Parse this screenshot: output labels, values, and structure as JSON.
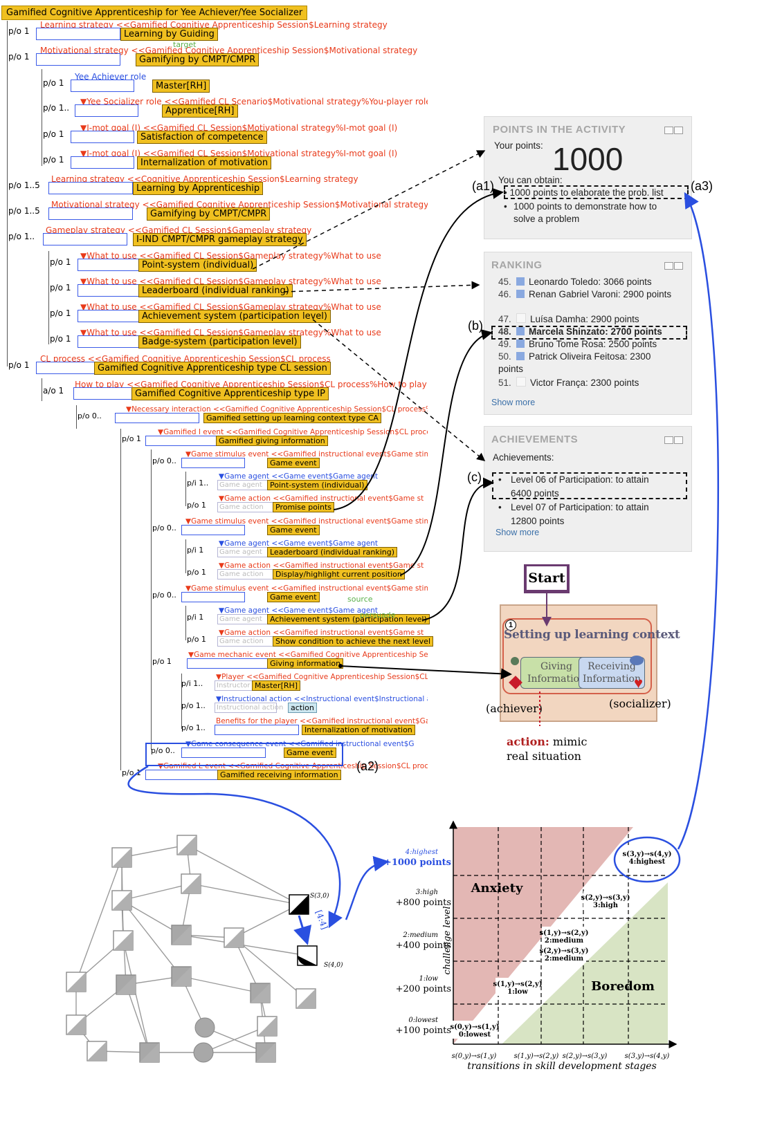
{
  "tree": {
    "title": "Gamified Cognitive Apprenticeship for Yee Achiever/Yee Socializer",
    "rows": [
      {
        "mult": "p/o 1",
        "ref": "Learning strategy <<Gamified Cognitive Apprenticeship Session$Learning strategy",
        "box": "Learning by Guiding"
      },
      {
        "mult": "p/o 1",
        "ref": "Motivational strategy <<Gamified Cognitive Apprenticeship Session$Motivational strategy",
        "box": "Gamifying by CMPT/CMPR"
      },
      {
        "mult": "p/o 1",
        "ref": "Yee Achiever role",
        "box": "Master[RH]"
      },
      {
        "mult": "p/o 1..",
        "ref": "▼Yee Socializer role <<Gamified CL Scenario$Motivational strategy%You-player role",
        "box": "Apprentice[RH]"
      },
      {
        "mult": "p/o 1",
        "ref": "▼I-mot goal (I) <<Gamified CL Session$Motivational strategy%I-mot goal (I)",
        "box": "Satisfaction of competence"
      },
      {
        "mult": "p/o 1",
        "ref": "▼I-mot goal (I) <<Gamified CL Session$Motivational strategy%I-mot goal (I)",
        "box": "Internalization of motivation"
      },
      {
        "mult": "p/o 1..5",
        "ref": "Learning strategy <<Cognitive Apprenticeship Session$Learning strategy",
        "box": "Learning by Apprenticeship"
      },
      {
        "mult": "p/o 1..5",
        "ref": "Motivational strategy <<Gamified Cognitive Apprenticeship Session$Motivational strategy",
        "box": "Gamifying by CMPT/CMPR"
      },
      {
        "mult": "p/o 1..",
        "ref": "Gameplay strategy <<Gamified CL Session$Gameplay strategy",
        "box": "I-IND CMPT/CMPR gameplay strategy"
      },
      {
        "mult": "p/o 1",
        "ref": "▼What to use <<Gamified CL Session$Gameplay strategy%What to use",
        "box": "Point-system (individual)"
      },
      {
        "mult": "p/o 1",
        "ref": "▼What to use <<Gamified CL Session$Gameplay strategy%What to use",
        "box": "Leaderboard (individual ranking)"
      },
      {
        "mult": "p/o 1",
        "ref": "▼What to use <<Gamified CL Session$Gameplay strategy%What to use",
        "box": "Achievement system (participation level)"
      },
      {
        "mult": "p/o 1",
        "ref": "▼What to use <<Gamified CL Session$Gameplay strategy%What to use",
        "box": "Badge-system (participation level)"
      },
      {
        "mult": "p/o 1",
        "ref": "CL process <<Gamified Cognitive Apprenticeship Session$CL process",
        "box": "Gamified Cognitive Apprenticeship type CL session"
      },
      {
        "mult": "a/o 1",
        "ref": "How to play <<Gamified Cognitive Apprenticeship Session$CL process%How to play",
        "box": "Gamified Cognitive Apprenticeship type IP"
      },
      {
        "mult": "p/o 0..",
        "ref": "▼Necessary interaction <<Gamified Cognitive Apprenticeship Session$CL process%",
        "box": "Gamified setting up learning context type CA"
      },
      {
        "mult": "p/o 1",
        "ref": "▼Gamified I event <<Gamified Cognitive Apprenticeship Session$CL proces",
        "box": "Gamified giving information"
      },
      {
        "mult": "p/o 0..",
        "ref": "▼Game stimulus event <<Gamified instructional event$Game stim",
        "box": "Game event"
      },
      {
        "mult": "p/i 1..",
        "ref": "▼Game agent <<Game event$Game agent",
        "box": "Point-system (individual)",
        "gray": "Game agent"
      },
      {
        "mult": "p/o 1",
        "ref": "▼Game action <<Gamified instructional event$Game st",
        "box": "Promise points",
        "gray": "Game action"
      },
      {
        "mult": "p/o 0..",
        "ref": "▼Game stimulus event <<Gamified instructional event$Game stim",
        "box": "Game event"
      },
      {
        "mult": "p/i 1",
        "ref": "▼Game agent <<Game event$Game agent",
        "box": "Leaderboard (individual ranking)",
        "gray": "Game agent"
      },
      {
        "mult": "p/o 1",
        "ref": "▼Game action <<Gamified instructional event$Game st",
        "box": "Display/highlight current position",
        "gray": "Game action"
      },
      {
        "mult": "p/o 0..",
        "ref": "▼Game stimulus event <<Gamified instructional event$Game stim",
        "box": "Game event"
      },
      {
        "mult": "p/i 1",
        "ref": "▼Game agent <<Game event$Game agent",
        "box": "Achievement system (participation level)",
        "gray": "Game agent"
      },
      {
        "mult": "p/o 1",
        "ref": "▼Game action <<Gamified instructional event$Game st",
        "box": "Show condition to achieve the next level",
        "gray": "Game action"
      },
      {
        "mult": "p/o 1",
        "ref": "▼Game mechanic event <<Gamified Cognitive Apprenticeship Sess",
        "box": "Giving information"
      },
      {
        "mult": "p/i 1..",
        "ref": "▼Player <<Gamified Cognitive Apprenticeship Session$CL",
        "box": "Master[RH]",
        "gray": "Instructor"
      },
      {
        "mult": "p/o 1..",
        "ref": "▼Instructional action <<Instructional event$Instructional a",
        "box": "action",
        "gray": "Instructional action"
      },
      {
        "mult": "p/o 1..",
        "ref": "Benefits for the player <<Gamified instructional event$Ga",
        "box": "Internalization of motivation"
      },
      {
        "mult": "p/o 0..",
        "ref": "▼Game consequence event <<Gamified instructional event$G",
        "box": "Game event"
      },
      {
        "mult": "p/o 1",
        "ref": "▼Gamified L event <<Gamified Cognitive Apprenticeship Session$CL proce",
        "box": "Gamified receiving information"
      }
    ],
    "faint_labels": [
      "target",
      "source",
      "persuade"
    ]
  },
  "panels": {
    "points": {
      "title": "POINTS IN THE ACTIVITY",
      "your_points_label": "Your points:",
      "your_points": "1000",
      "can_obtain": "You can obtain:",
      "items": [
        "1000 points to elaborate the prob. list",
        "1000 points to demonstrate how to solve a problem"
      ]
    },
    "ranking": {
      "title": "RANKING",
      "rows": [
        {
          "rank": "45.",
          "name": "Leonardo Toledo: 3066 points"
        },
        {
          "rank": "46.",
          "name": "Renan Gabriel Varoni: 2900 points"
        },
        {
          "rank": "47.",
          "name": "Luísa Damha: 2900 points"
        },
        {
          "rank": "48.",
          "name": "Marcela Shinzato: 2700 points"
        },
        {
          "rank": "49.",
          "name": "Bruno Tome Rosa: 2500 points"
        },
        {
          "rank": "50.",
          "name": "Patrick Oliveira Feitosa: 2300 points"
        },
        {
          "rank": "51.",
          "name": "Victor França: 2300 points"
        }
      ],
      "show_more": "Show more"
    },
    "achievements": {
      "title": "ACHIEVEMENTS",
      "label": "Achievements:",
      "items": [
        "Level 06 of Participation: to attain 6400 points",
        "Level 07 of Participation: to attain 12800 points"
      ],
      "show_more": "Show more"
    }
  },
  "callouts": {
    "a1": "(a1)",
    "a2": "(a2)",
    "a3": "(a3)",
    "b": "(b)",
    "c": "(c)"
  },
  "context": {
    "start": "Start",
    "number": "1",
    "title": "Setting up learning context",
    "giving": "Giving Information",
    "receiving": "Receiving Information",
    "achiever": "(achiever)",
    "socializer": "(socializer)",
    "action_label": "action:",
    "action_text": "mimic real situation"
  },
  "graph": {
    "s30": "S(3,0)",
    "s40": "S(4,0)",
    "edge": "[4:4]"
  },
  "chart_data": {
    "type": "heatmap",
    "title": "",
    "xlabel": "transitions in skill development stages",
    "ylabel": "challenge level",
    "x_ticks": [
      "s(0,y)→s(1,y)",
      "s(1,y)→s(2,y)",
      "s(2,y)→s(3,y)",
      "s(3,y)→s(4,y)"
    ],
    "y_levels": [
      {
        "level": "0:lowest",
        "points": "+100 points"
      },
      {
        "level": "1:low",
        "points": "+200 points"
      },
      {
        "level": "2:medium",
        "points": "+400 points"
      },
      {
        "level": "3:high",
        "points": "+800 points"
      },
      {
        "level": "4:highest",
        "points": "+1000 points"
      }
    ],
    "regions": [
      "Anxiety",
      "Boredom"
    ],
    "cells": [
      {
        "transition": "s(0,y)→s(1,y)",
        "level": "0:lowest"
      },
      {
        "transition": "s(1,y)→s(2,y)",
        "level": "1:low"
      },
      {
        "transition": "s(1,y)→s(2,y)",
        "level": "2:medium"
      },
      {
        "transition": "s(2,y)→s(3,y)",
        "level": "2:medium"
      },
      {
        "transition": "s(2,y)→s(3,y)",
        "level": "3:high"
      },
      {
        "transition": "s(3,y)→s(4,y)",
        "level": "4:highest"
      }
    ],
    "colors": {
      "anxiety": "#e3b7b4",
      "boredom": "#d8e4c4",
      "highlight": "#2a4fe0"
    }
  }
}
